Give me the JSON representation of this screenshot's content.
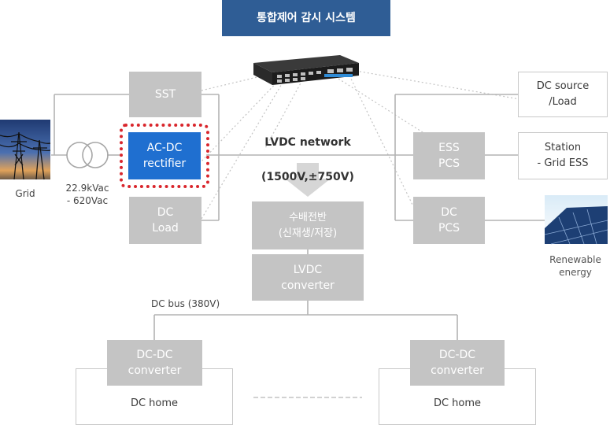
{
  "colors": {
    "header": "#2f5d95",
    "gray_box": "#c4c4c4",
    "highlight_box": "#1f6fd0",
    "highlight_border": "#d9262c",
    "wire": "#b3b3b3",
    "arrow": "#d6d6d6"
  },
  "header": {
    "title": "통합제어 감시 시스템"
  },
  "network": {
    "line1": "LVDC network",
    "line2": "(1500V,±750V)"
  },
  "blocks": {
    "sst": "SST",
    "acdc": "AC-DC\nrectifier",
    "dc_load": "DC\nLoad",
    "switchboard": "수배전반\n(신재생/저장)",
    "lvdc_converter": "LVDC\nconverter",
    "ess_pcs": "ESS\nPCS",
    "dc_pcs": "DC\nPCS",
    "dc_source": "DC source\n/Load",
    "station": "Station\n- Grid ESS",
    "dcdc_left": "DC-DC\nconverter",
    "dcdc_right": "DC-DC\nconverter",
    "home_left": "DC home",
    "home_right": "DC home"
  },
  "labels": {
    "grid": "Grid",
    "transformer": "22.9kVac\n- 620Vac",
    "renewable": "Renewable\nenergy",
    "dc_bus": "DC bus (380V)"
  },
  "icons": {
    "switch": "network-switch-icon",
    "pylon": "power-pylon-icon",
    "transformer": "transformer-icon",
    "solar": "solar-panel-icon"
  }
}
